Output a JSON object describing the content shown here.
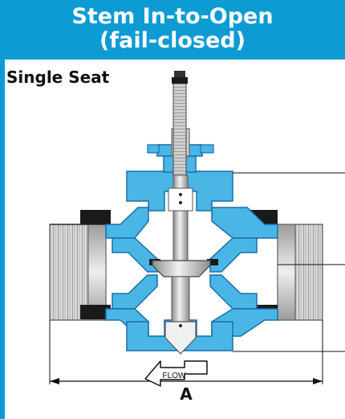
{
  "header": {
    "title_line1": "Stem In-to-Open",
    "title_line2": "(fail-closed)"
  },
  "subtitle": "Single Seat",
  "flow_label": "FLOW",
  "dimension_label": "A",
  "colors": {
    "header_bg": "#0d9bd4",
    "body_blue": "#49b6e6",
    "dark_blue": "#1a6fa8",
    "stem_gray": "#bcbcbc",
    "thread_gray": "#9a9a9a",
    "packing_black": "#1a1a1a"
  }
}
